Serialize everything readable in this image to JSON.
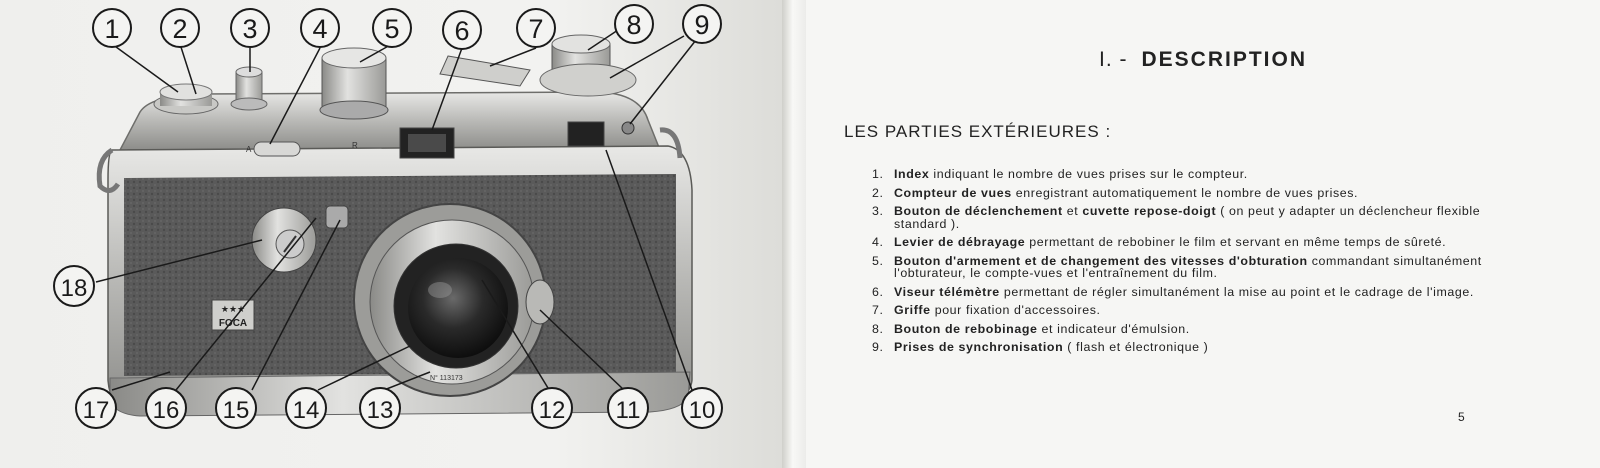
{
  "photo": {
    "callouts": [
      "1",
      "2",
      "3",
      "4",
      "5",
      "6",
      "7",
      "8",
      "9",
      "10",
      "11",
      "12",
      "13",
      "14",
      "15",
      "16",
      "17",
      "18"
    ],
    "camera_body_markings": {
      "mark_a": "A",
      "mark_r": "R",
      "badge_stars": "★★★",
      "badge_brand": "FOCA",
      "lens_ring": "N° 113173"
    }
  },
  "text_page": {
    "title_number": "I.  -",
    "title_word": "DESCRIPTION",
    "section_heading": "LES PARTIES EXTÉRIEURES :",
    "items": [
      {
        "num": "1.",
        "bold": "Index",
        "rest": " indiquant le nombre de vues prises sur le compteur."
      },
      {
        "num": "2.",
        "bold": "Compteur de vues",
        "rest": " enregistrant automatiquement le nombre de vues prises."
      },
      {
        "num": "3.",
        "bold": "Bouton de déclenchement",
        "mid": " et ",
        "bold2": "cuvette repose-doigt",
        "rest": " ( on peut y adapter un déclencheur flexible standard )."
      },
      {
        "num": "4.",
        "bold": "Levier de débrayage",
        "rest": " permettant de rebobiner le film et servant en même temps de sûreté."
      },
      {
        "num": "5.",
        "bold": "Bouton d'armement et de changement des vitesses d'obturation",
        "rest": " commandant simultanément l'obturateur, le compte-vues et l'entraînement du film."
      },
      {
        "num": "6.",
        "bold": "Viseur télémètre",
        "rest": " permettant de régler simultanément la mise au point et le cadrage de l'image."
      },
      {
        "num": "7.",
        "bold": "Griffe",
        "rest": " pour fixation d'accessoires."
      },
      {
        "num": "8.",
        "bold": "Bouton de rebobinage",
        "rest": " et indicateur d'émulsion."
      },
      {
        "num": "9.",
        "bold": "Prises de synchronisation",
        "rest": " ( flash et électronique )"
      }
    ],
    "page_number": "5"
  }
}
